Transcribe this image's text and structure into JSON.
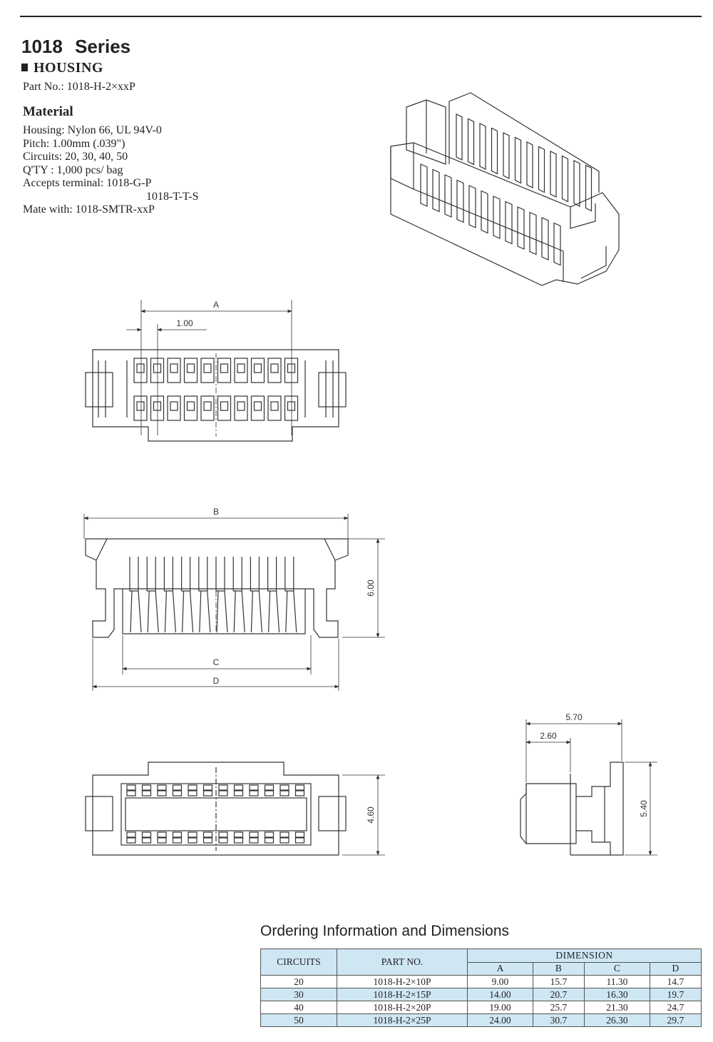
{
  "header": {
    "series_title": "1018 Series",
    "section": "HOUSING",
    "part_no": "Part No.: 1018-H-2×xxP"
  },
  "material": {
    "heading": "Material",
    "lines": [
      "Housing: Nylon 66, UL 94V-0",
      "Pitch: 1.00mm (.039\")",
      "Circuits: 20, 30, 40, 50",
      "Q'TY : 1,000 pcs/ bag",
      "Accepts terminal: 1018-G-P",
      "1018-T-T-S",
      "Mate with: 1018-SMTR-xxP"
    ]
  },
  "drawing_labels": {
    "top_A": "A",
    "top_pitch": "1.00",
    "front_B": "B",
    "front_height": "6.00",
    "front_C": "C",
    "front_D": "D",
    "bottom_height": "4.60",
    "side_width": "5.70",
    "side_inner": "2.60",
    "side_height": "5.40"
  },
  "ordering": {
    "title": "Ordering Information and Dimensions",
    "headers": {
      "circuits": "CIRCUITS",
      "part_no": "PART NO.",
      "dimension": "DIMENSION",
      "cols": [
        "A",
        "B",
        "C",
        "D"
      ]
    },
    "rows": [
      {
        "circuits": "20",
        "part_no": "1018-H-2×10P",
        "a": "9.00",
        "b": "15.7",
        "c": "11.30",
        "d": "14.7"
      },
      {
        "circuits": "30",
        "part_no": "1018-H-2×15P",
        "a": "14.00",
        "b": "20.7",
        "c": "16.30",
        "d": "19.7"
      },
      {
        "circuits": "40",
        "part_no": "1018-H-2×20P",
        "a": "19.00",
        "b": "25.7",
        "c": "21.30",
        "d": "24.7"
      },
      {
        "circuits": "50",
        "part_no": "1018-H-2×25P",
        "a": "24.00",
        "b": "30.7",
        "c": "26.30",
        "d": "29.7"
      }
    ]
  }
}
